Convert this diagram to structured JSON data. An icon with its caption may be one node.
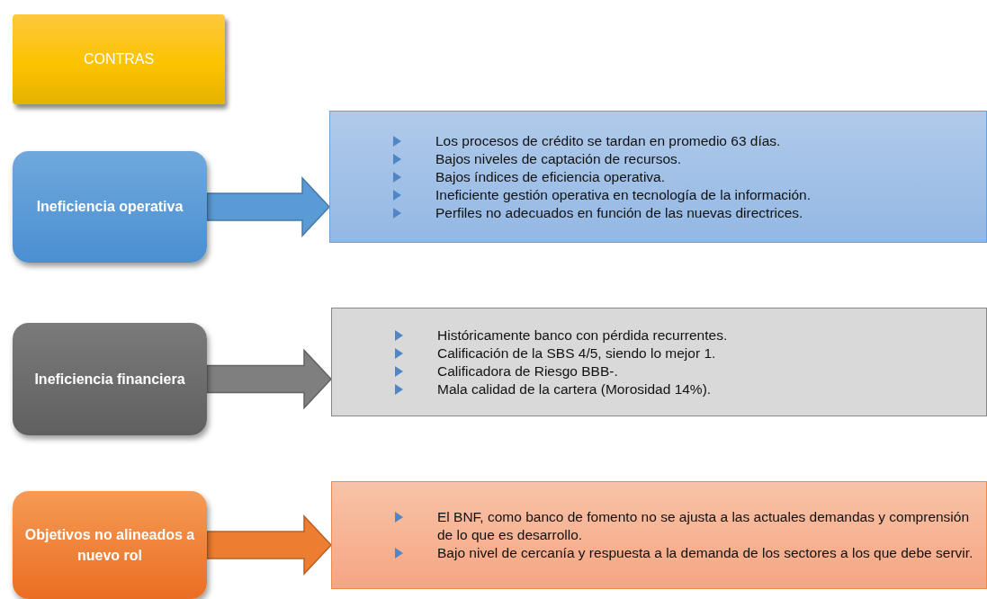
{
  "diagram": {
    "nodes": [
      {
        "text": [
          "CONTRAS"
        ]
      },
      {
        "text": [
          "Ineficiencia operativa"
        ]
      },
      {
        "text": [
          "Los procesos de crédito se tardan en promedio 63 días.",
          "Bajos niveles de captación de recursos.",
          "Bajos índices de eficiencia operativa.",
          "Ineficiente gestión operativa en tecnología de la información.",
          "Perfiles no adecuados en función de las nuevas directrices."
        ]
      },
      {
        "text": [
          "Ineficiencia financiera"
        ]
      },
      {
        "text": [
          "Históricamente banco con pérdida recurrentes.",
          "Calificación de la SBS  4/5, siendo lo mejor 1.",
          "Calificadora de Riesgo  BBB-.",
          "Mala calidad de la cartera (Morosidad 14%)."
        ]
      },
      {
        "text": [
          "Objetivos no alineados a nuevo rol"
        ]
      },
      {
        "text": [
          "El BNF, como banco de fomento no se ajusta a las actuales demandas y comprensión de lo que es desarrollo.",
          "Bajo nivel de cercanía y respuesta a la demanda de los sectores a los que debe servir."
        ]
      }
    ],
    "edges": [
      {
        "from": 1,
        "to": 2,
        "arrow": "to",
        "style": "thick",
        "color": "#5b9bd5"
      },
      {
        "from": 3,
        "to": 4,
        "arrow": "to",
        "style": "thick",
        "color": "#7f7f7f"
      },
      {
        "from": 5,
        "to": 6,
        "arrow": "to",
        "style": "thick",
        "color": "#ed7d31"
      }
    ]
  }
}
